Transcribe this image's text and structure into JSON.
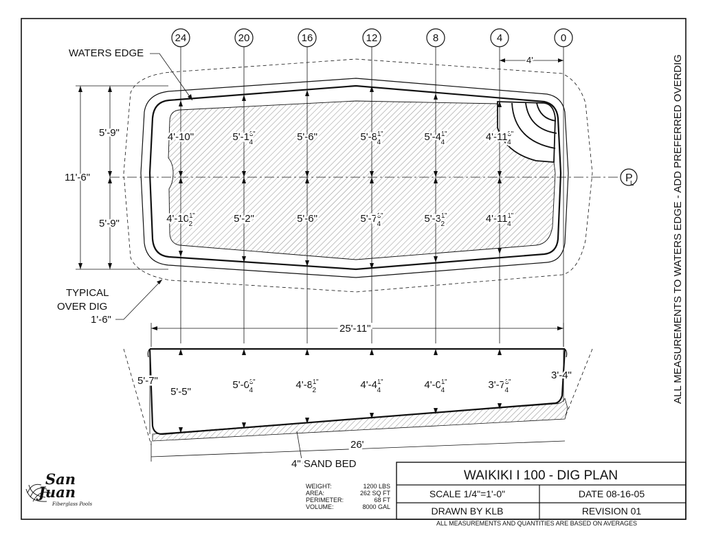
{
  "drawing": {
    "title": "WAIKIKI I 100 - DIG PLAN",
    "scale": "SCALE 1/4\"=1'-0\"",
    "date": "DATE 08-16-05",
    "drawn_by": "DRAWN BY KLB",
    "revision": "REVISION 01",
    "note_bottom": "ALL MEASUREMENTS AND QUANTITIES ARE BASED ON AVERAGES",
    "note_side": "ALL MEASUREMENTS TO WATERS EDGE - ADD PREFERRED OVERDIG"
  },
  "specs": [
    {
      "label": "WEIGHT:",
      "value": "1200 LBS"
    },
    {
      "label": "AREA:",
      "value": "262 SQ FT"
    },
    {
      "label": "PERIMETER:",
      "value": "68 FT"
    },
    {
      "label": "VOLUME:",
      "value": "8000 GAL"
    }
  ],
  "logo": {
    "line1": "San",
    "line2": "Juan",
    "tagline": "Fiberglass Pools"
  },
  "stations": [
    "24",
    "20",
    "16",
    "12",
    "8",
    "4",
    "0"
  ],
  "centerline_symbol": {
    "main": "P",
    "sub": "L"
  },
  "plan": {
    "waters_edge": "WATERS EDGE",
    "overdig": [
      "TYPICAL",
      "OVER DIG",
      "1'-6\""
    ],
    "dim_4ft": "4'",
    "dim_width": "11'-6\"",
    "dim_half_top": "5'-9\"",
    "dim_half_bottom": "5'-9\"",
    "top_widths": [
      {
        "whole": "4'-10\"",
        "num": "",
        "den": "",
        "tail": ""
      },
      {
        "whole": "5'-1",
        "num": "3",
        "den": "4",
        "tail": "\""
      },
      {
        "whole": "5'-6\"",
        "num": "",
        "den": "",
        "tail": ""
      },
      {
        "whole": "5'-8",
        "num": "1",
        "den": "4",
        "tail": "\""
      },
      {
        "whole": "5'-4",
        "num": "1",
        "den": "4",
        "tail": "\""
      },
      {
        "whole": "4'-11",
        "num": "3",
        "den": "4",
        "tail": "\""
      }
    ],
    "bottom_widths": [
      {
        "whole": "4'-10",
        "num": "1",
        "den": "2",
        "tail": "\""
      },
      {
        "whole": "5'-2\"",
        "num": "",
        "den": "",
        "tail": ""
      },
      {
        "whole": "5'-6\"",
        "num": "",
        "den": "",
        "tail": ""
      },
      {
        "whole": "5'-7",
        "num": "3",
        "den": "4",
        "tail": "\""
      },
      {
        "whole": "5'-3",
        "num": "1",
        "den": "2",
        "tail": "\""
      },
      {
        "whole": "4'-11",
        "num": "1",
        "den": "4",
        "tail": "\""
      }
    ]
  },
  "section": {
    "length_top": "25'-11\"",
    "length_bottom": "26'",
    "sand_bed": "4\" SAND BED",
    "end_left": "5'-7\"",
    "end_right": "3'-4\"",
    "depths": [
      {
        "whole": "5'-5\"",
        "num": "",
        "den": "",
        "tail": ""
      },
      {
        "whole": "5'-0",
        "num": "3",
        "den": "4",
        "tail": "\""
      },
      {
        "whole": "4'-8",
        "num": "1",
        "den": "2",
        "tail": "\""
      },
      {
        "whole": "4'-4",
        "num": "1",
        "den": "4",
        "tail": "\""
      },
      {
        "whole": "4'-0",
        "num": "1",
        "den": "4",
        "tail": "\""
      },
      {
        "whole": "3'-7",
        "num": "3",
        "den": "4",
        "tail": "\""
      }
    ]
  }
}
